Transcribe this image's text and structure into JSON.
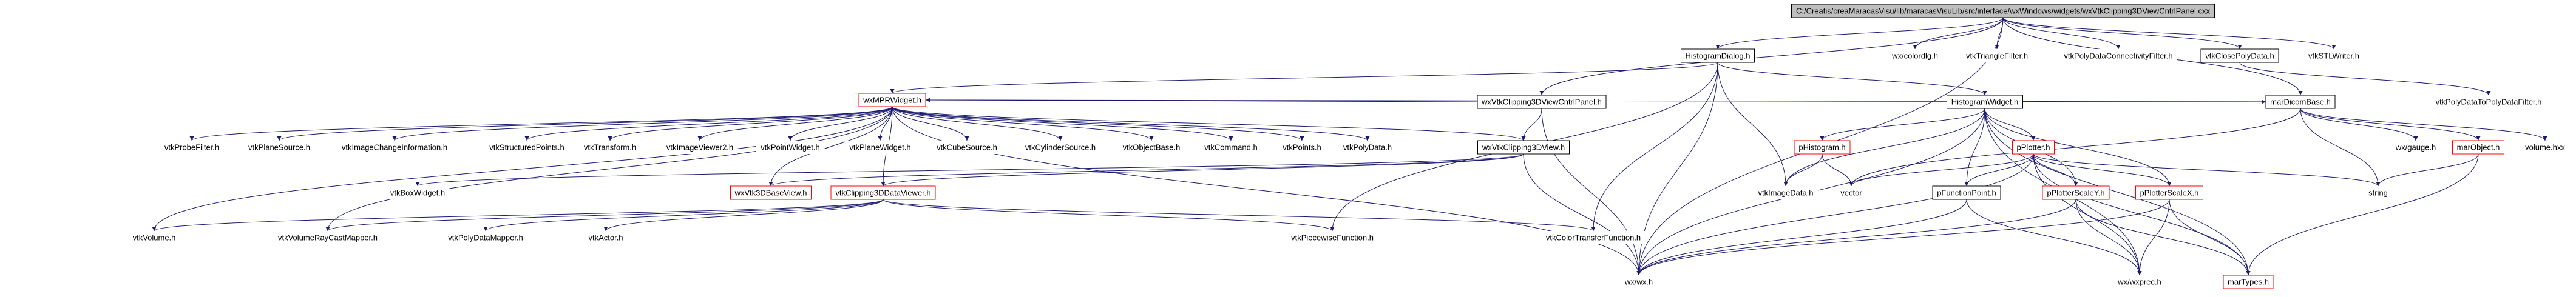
{
  "nodes": [
    {
      "id": "root",
      "label": "C:/Creatis/creaMaracasVisu/lib/maracasVisuLib/src/interface/wxWindows/widgets/wxVtkClipping3DViewCntrlPanel.cxx",
      "style": "root"
    },
    {
      "id": "histogramdialog",
      "label": "HistogramDialog.h",
      "style": "boxed"
    },
    {
      "id": "wxcolordlg",
      "label": "wx/colordlg.h",
      "style": "plain"
    },
    {
      "id": "vtktrianglefilter",
      "label": "vtkTriangleFilter.h",
      "style": "plain"
    },
    {
      "id": "vtkpolydataconn",
      "label": "vtkPolyDataConnectivityFilter.h",
      "style": "plain"
    },
    {
      "id": "vtkclosepolydata",
      "label": "vtkClosePolyData.h",
      "style": "boxed"
    },
    {
      "id": "vtkstlwriter",
      "label": "vtkSTLWriter.h",
      "style": "plain"
    },
    {
      "id": "wxmaprwidget",
      "label": "wxMPRWidget.h",
      "style": "red"
    },
    {
      "id": "wxvtkclippingpanel",
      "label": "wxVtkClipping3DViewCntrlPanel.h",
      "style": "boxed"
    },
    {
      "id": "histogramwidget",
      "label": "HistogramWidget.h",
      "style": "boxed"
    },
    {
      "id": "mardicombase",
      "label": "marDicomBase.h",
      "style": "boxed"
    },
    {
      "id": "vtkpolydatatopolydatafilter",
      "label": "vtkPolyDataToPolyDataFilter.h",
      "style": "plain"
    },
    {
      "id": "vtkprobefilter",
      "label": "vtkProbeFilter.h",
      "style": "plain"
    },
    {
      "id": "vtkplanesource",
      "label": "vtkPlaneSource.h",
      "style": "plain"
    },
    {
      "id": "vtkimagechangeinfo",
      "label": "vtkImageChangeInformation.h",
      "style": "plain"
    },
    {
      "id": "vtkstructuredpoints",
      "label": "vtkStructuredPoints.h",
      "style": "plain"
    },
    {
      "id": "vtktransform",
      "label": "vtkTransform.h",
      "style": "plain"
    },
    {
      "id": "vtkimageviewer2",
      "label": "vtkImageViewer2.h",
      "style": "plain"
    },
    {
      "id": "vtkpointwidget",
      "label": "vtkPointWidget.h",
      "style": "plain"
    },
    {
      "id": "vtkplanewidget",
      "label": "vtkPlaneWidget.h",
      "style": "plain"
    },
    {
      "id": "vtkcubesource",
      "label": "vtkCubeSource.h",
      "style": "plain"
    },
    {
      "id": "vtkcylindersource",
      "label": "vtkCylinderSource.h",
      "style": "plain"
    },
    {
      "id": "vtkobjectbase",
      "label": "vtkObjectBase.h",
      "style": "plain"
    },
    {
      "id": "vtkcommand",
      "label": "vtkCommand.h",
      "style": "plain"
    },
    {
      "id": "vtkpoints",
      "label": "vtkPoints.h",
      "style": "plain"
    },
    {
      "id": "vtkpolydata",
      "label": "vtkPolyData.h",
      "style": "plain"
    },
    {
      "id": "wxvtkclipping3dview",
      "label": "wxVtkClipping3DView.h",
      "style": "boxed"
    },
    {
      "id": "phistogram",
      "label": "pHistogram.h",
      "style": "red"
    },
    {
      "id": "pplotter",
      "label": "pPlotter.h",
      "style": "red"
    },
    {
      "id": "wxgauge",
      "label": "wx/gauge.h",
      "style": "plain"
    },
    {
      "id": "marobject",
      "label": "marObject.h",
      "style": "red"
    },
    {
      "id": "volumehxx",
      "label": "volume.hxx",
      "style": "plain"
    },
    {
      "id": "vtkboxwidget",
      "label": "vtkBoxWidget.h",
      "style": "plain"
    },
    {
      "id": "wxvtk3dbaseview",
      "label": "wxVtk3DBaseView.h",
      "style": "red"
    },
    {
      "id": "vtkclipping3ddataviewer",
      "label": "vtkClipping3DDataViewer.h",
      "style": "red"
    },
    {
      "id": "vtkimagedata",
      "label": "vtkImageData.h",
      "style": "plain"
    },
    {
      "id": "vector",
      "label": "vector",
      "style": "plain"
    },
    {
      "id": "pfunctionpoint",
      "label": "pFunctionPoint.h",
      "style": "boxed"
    },
    {
      "id": "pplotterscaley",
      "label": "pPlotterScaleY.h",
      "style": "red"
    },
    {
      "id": "pplotterscalex",
      "label": "pPlotterScaleX.h",
      "style": "red"
    },
    {
      "id": "string",
      "label": "string",
      "style": "plain"
    },
    {
      "id": "vtkvolume",
      "label": "vtkVolume.h",
      "style": "plain"
    },
    {
      "id": "vtkvolumeraycastmapper",
      "label": "vtkVolumeRayCastMapper.h",
      "style": "plain"
    },
    {
      "id": "vtkpolydatamapper",
      "label": "vtkPolyDataMapper.h",
      "style": "plain"
    },
    {
      "id": "vtkactor",
      "label": "vtkActor.h",
      "style": "plain"
    },
    {
      "id": "vtkpiecewisefunction",
      "label": "vtkPiecewiseFunction.h",
      "style": "plain"
    },
    {
      "id": "vtkcolortransferfunction",
      "label": "vtkColorTransferFunction.h",
      "style": "plain"
    },
    {
      "id": "wxwx",
      "label": "wx/wx.h",
      "style": "plain"
    },
    {
      "id": "wxwxprec",
      "label": "wx/wxprec.h",
      "style": "plain"
    },
    {
      "id": "martypes",
      "label": "marTypes.h",
      "style": "red"
    }
  ],
  "edges": [
    [
      "root",
      "histogramdialog"
    ],
    [
      "root",
      "wxcolordlg"
    ],
    [
      "root",
      "vtktrianglefilter"
    ],
    [
      "root",
      "vtkpolydataconn"
    ],
    [
      "root",
      "vtkclosepolydata"
    ],
    [
      "root",
      "vtkstlwriter"
    ],
    [
      "root",
      "wxvtkclippingpanel"
    ],
    [
      "root",
      "mardicombase"
    ],
    [
      "root",
      "wxwx"
    ],
    [
      "vtkclosepolydata",
      "vtkpolydatatopolydatafilter"
    ],
    [
      "histogramdialog",
      "wxmaprwidget"
    ],
    [
      "histogramdialog",
      "histogramwidget"
    ],
    [
      "histogramdialog",
      "vtkimagedata"
    ],
    [
      "histogramdialog",
      "wxwx"
    ],
    [
      "histogramdialog",
      "vtkcolortransferfunction"
    ],
    [
      "histogramdialog",
      "vtkpiecewisefunction"
    ],
    [
      "wxvtkclippingpanel",
      "wxmaprwidget"
    ],
    [
      "wxvtkclippingpanel",
      "wxvtkclipping3dview"
    ],
    [
      "wxvtkclippingpanel",
      "wxwx"
    ],
    [
      "wxmaprwidget",
      "vtkprobefilter"
    ],
    [
      "wxmaprwidget",
      "vtkplanesource"
    ],
    [
      "wxmaprwidget",
      "vtkimagechangeinfo"
    ],
    [
      "wxmaprwidget",
      "vtkstructuredpoints"
    ],
    [
      "wxmaprwidget",
      "vtktransform"
    ],
    [
      "wxmaprwidget",
      "vtkimageviewer2"
    ],
    [
      "wxmaprwidget",
      "vtkpointwidget"
    ],
    [
      "wxmaprwidget",
      "vtkplanewidget"
    ],
    [
      "wxmaprwidget",
      "vtkcubesource"
    ],
    [
      "wxmaprwidget",
      "vtkcylindersource"
    ],
    [
      "wxmaprwidget",
      "vtkobjectbase"
    ],
    [
      "wxmaprwidget",
      "vtkcommand"
    ],
    [
      "wxmaprwidget",
      "vtkpoints"
    ],
    [
      "wxmaprwidget",
      "vtkpolydata"
    ],
    [
      "wxmaprwidget",
      "wxvtkclipping3dview"
    ],
    [
      "wxmaprwidget",
      "wxvtk3dbaseview"
    ],
    [
      "wxmaprwidget",
      "vtkclipping3ddataviewer"
    ],
    [
      "wxmaprwidget",
      "vtkvolume"
    ],
    [
      "wxmaprwidget",
      "vtkvolumeraycastmapper"
    ],
    [
      "wxmaprwidget",
      "mardicombase"
    ],
    [
      "wxmaprwidget",
      "wxwx"
    ],
    [
      "wxvtkclipping3dview",
      "vtkboxwidget"
    ],
    [
      "wxvtkclipping3dview",
      "wxvtk3dbaseview"
    ],
    [
      "wxvtkclipping3dview",
      "vtkclipping3ddataviewer"
    ],
    [
      "wxvtkclipping3dview",
      "wxwx"
    ],
    [
      "vtkclipping3ddataviewer",
      "vtkvolume"
    ],
    [
      "vtkclipping3ddataviewer",
      "vtkvolumeraycastmapper"
    ],
    [
      "vtkclipping3ddataviewer",
      "vtkpolydatamapper"
    ],
    [
      "vtkclipping3ddataviewer",
      "vtkactor"
    ],
    [
      "vtkclipping3ddataviewer",
      "vtkpiecewisefunction"
    ],
    [
      "vtkclipping3ddataviewer",
      "vtkcolortransferfunction"
    ],
    [
      "histogramwidget",
      "phistogram"
    ],
    [
      "histogramwidget",
      "pplotter"
    ],
    [
      "histogramwidget",
      "vtkimagedata"
    ],
    [
      "histogramwidget",
      "pfunctionpoint"
    ],
    [
      "histogramwidget",
      "pplotterscaley"
    ],
    [
      "histogramwidget",
      "pplotterscalex"
    ],
    [
      "histogramwidget",
      "wxwx"
    ],
    [
      "histogramwidget",
      "wxwxprec"
    ],
    [
      "histogramwidget",
      "martypes"
    ],
    [
      "phistogram",
      "vtkimagedata"
    ],
    [
      "phistogram",
      "vector"
    ],
    [
      "pplotter",
      "vector"
    ],
    [
      "pplotter",
      "pfunctionpoint"
    ],
    [
      "pplotter",
      "pplotterscaley"
    ],
    [
      "pplotter",
      "pplotterscalex"
    ],
    [
      "pplotter",
      "wxwx"
    ],
    [
      "pplotter",
      "wxwxprec"
    ],
    [
      "pplotter",
      "martypes"
    ],
    [
      "pplotter",
      "string"
    ],
    [
      "pfunctionpoint",
      "wxwx"
    ],
    [
      "pfunctionpoint",
      "wxwxprec"
    ],
    [
      "pplotterscaley",
      "wxwx"
    ],
    [
      "pplotterscaley",
      "wxwxprec"
    ],
    [
      "pplotterscaley",
      "martypes"
    ],
    [
      "pplotterscalex",
      "wxwx"
    ],
    [
      "pplotterscalex",
      "wxwxprec"
    ],
    [
      "pplotterscalex",
      "martypes"
    ],
    [
      "mardicombase",
      "wxgauge"
    ],
    [
      "mardicombase",
      "marobject"
    ],
    [
      "mardicombase",
      "volumehxx"
    ],
    [
      "mardicombase",
      "string"
    ],
    [
      "mardicombase",
      "vector"
    ],
    [
      "marobject",
      "martypes"
    ],
    [
      "marobject",
      "string"
    ]
  ]
}
